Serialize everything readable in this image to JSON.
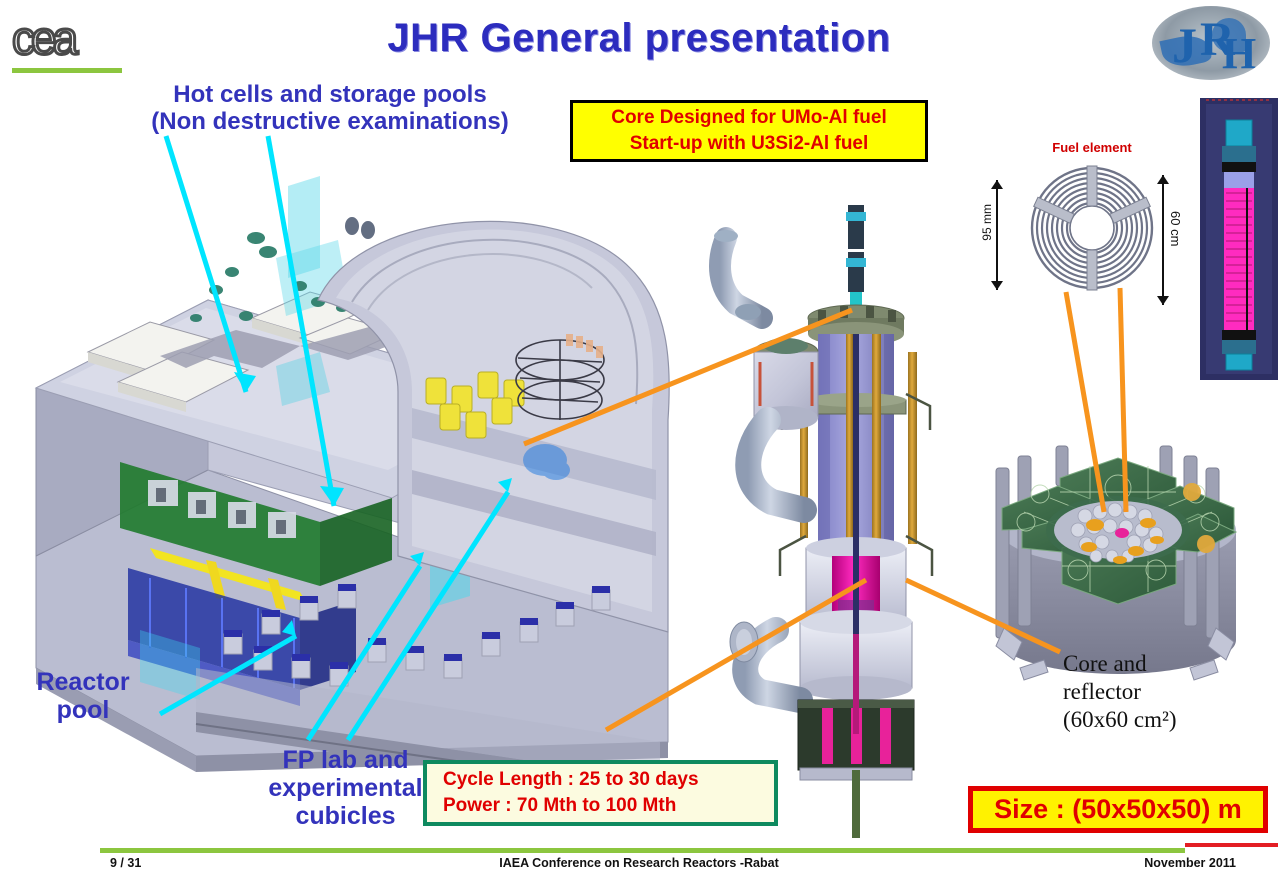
{
  "header": {
    "title": "JHR General presentation",
    "cea_logo_text": "cea",
    "jhr_logo_text": "JHR"
  },
  "labels": {
    "hot_cells_line1": "Hot cells and storage pools",
    "hot_cells_line2": "(Non destructive examinations)",
    "reactor_pool_line1": "Reactor",
    "reactor_pool_line2": "pool",
    "fp_lab_line1": "FP lab and",
    "fp_lab_line2": "experimental",
    "fp_lab_line3": "cubicles",
    "core_reflector_line1": "Core and",
    "core_reflector_line2": "reflector",
    "core_reflector_line3": "(60x60 cm²)",
    "fuel_element": "Fuel element",
    "dim_95mm": "95 mm",
    "dim_60cm": "60 cm"
  },
  "boxes": {
    "fuel": {
      "line1": "Core Designed for UMo-Al fuel",
      "line2": "Start-up with U3Si2-Al fuel",
      "bg": "#FFFF00",
      "border": "#000000",
      "text_color": "#E00000"
    },
    "cycle": {
      "line1": "Cycle Length  : 25 to 30 days",
      "line2": "Power : 70 Mth to 100 Mth",
      "bg": "#FCFBE0",
      "border": "#0E8A5F",
      "text_color": "#E00000"
    },
    "size": {
      "text": "Size : (50x50x50) m",
      "bg": "#FFF200",
      "border": "#E00000",
      "text_color": "#E00000"
    }
  },
  "footer": {
    "page": "9 / 31",
    "center": "IAEA Conference on Research Reactors -Rabat",
    "date": "November 2011"
  },
  "colors": {
    "title_blue": "#2C2CBE",
    "label_blue": "#3333BB",
    "leader_cyan": "#00E5FF",
    "leader_orange": "#F7941E",
    "accent_green": "#8CC63F",
    "accent_red": "#E31E24"
  }
}
